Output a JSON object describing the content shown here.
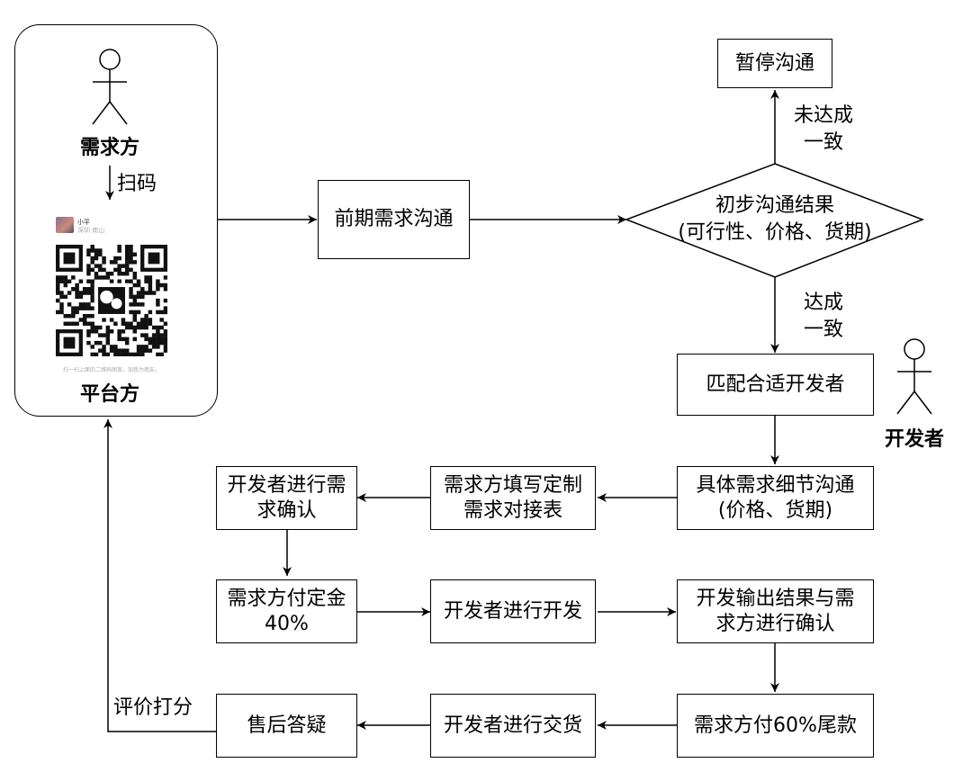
{
  "platform": {
    "demander_label": "需求方",
    "scan_label": "扫码",
    "platform_label": "平台方",
    "qr_card": {
      "name": "小平",
      "region": "深圳 南山",
      "hint": "扫一扫上面的二维码图案，加我为朋友。"
    }
  },
  "developer_label": "开发者",
  "nodes": {
    "initial_comm": "前期需求沟通",
    "decision": "初步沟通结果\n(可行性、价格、货期)",
    "pause": "暂停沟通",
    "match_dev": "匹配合适开发者",
    "detail_comm": "具体需求细节沟通\n(价格、货期)",
    "fill_form": "需求方填写定制\n需求对接表",
    "dev_confirm": "开发者进行需\n求确认",
    "deposit": "需求方付定金\n40%",
    "develop": "开发者进行开发",
    "output_confirm": "开发输出结果与需\n求方进行确认",
    "final_payment": "需求方付60%尾款",
    "deliver": "开发者进行交货",
    "after_sales": "售后答疑"
  },
  "edge_labels": {
    "not_agreed": "未达成\n一致",
    "agreed": "达成\n一致",
    "rate": "评价打分"
  }
}
